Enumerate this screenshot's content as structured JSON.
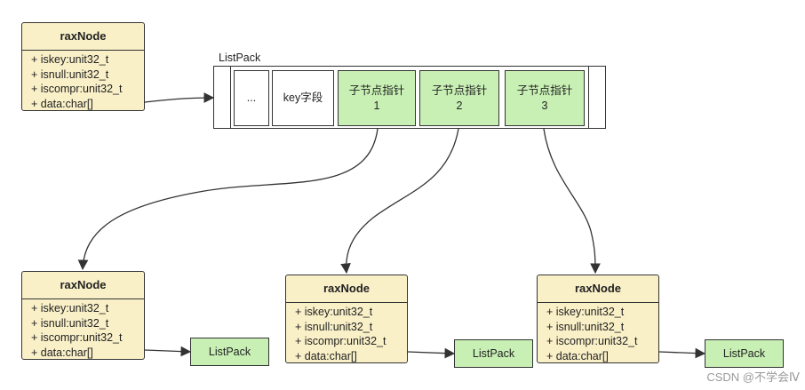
{
  "raxnode": {
    "title": "raxNode",
    "fields": [
      "+ iskey:unit32_t",
      "+ isnull:unit32_t",
      "+ iscompr:unit32_t",
      "+ data:char[]"
    ]
  },
  "listpack": {
    "label": "ListPack",
    "cells": {
      "ellipsis": "...",
      "key": "key字段",
      "ptr_text": "子节点指针",
      "ptr_1": "1",
      "ptr_2": "2",
      "ptr_3": "3"
    }
  },
  "leaf_listpack_label": "ListPack",
  "watermark": "CSDN @不学会Ⅳ"
}
